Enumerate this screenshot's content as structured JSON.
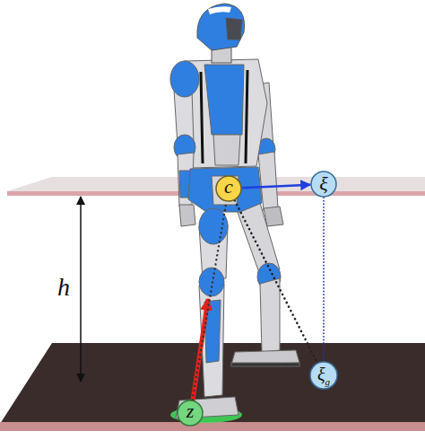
{
  "diagram": {
    "nodes": [
      {
        "text": [
          "c"
        ]
      },
      {
        "text": [
          "ξ"
        ]
      },
      {
        "text": [
          "ξ",
          "g"
        ]
      },
      {
        "text": [
          "z"
        ]
      }
    ],
    "edges": [
      {
        "from": 0,
        "to": 1,
        "arrow": "to"
      },
      {
        "from": 0,
        "to": 2,
        "arrow": "none"
      },
      {
        "from": 1,
        "to": 2,
        "arrow": "none"
      },
      {
        "from": 3,
        "to": 0,
        "arrow": "none"
      }
    ],
    "labels": [
      "h"
    ]
  }
}
